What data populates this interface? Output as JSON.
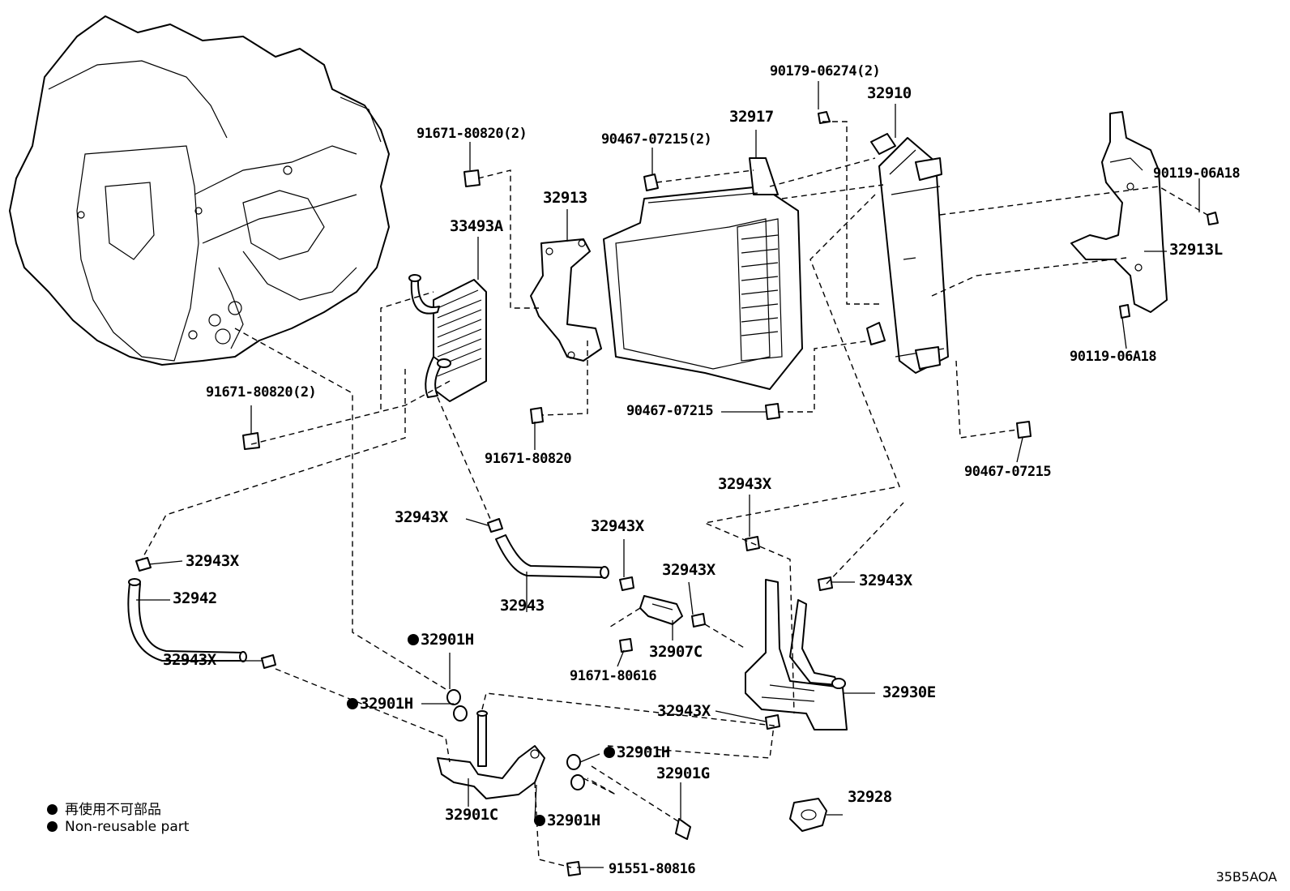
{
  "diagram_code": "35B5AOA",
  "legend": {
    "japanese": "再使用不可部品",
    "english": "Non-reusable part"
  },
  "parts": {
    "p_90179_06274": "90179-06274(2)",
    "p_32910": "32910",
    "p_32917": "32917",
    "p_90467_07215_2": "90467-07215(2)",
    "p_91671_80820_2_top": "91671-80820(2)",
    "p_32913": "32913",
    "p_33493a": "33493A",
    "p_90119_06a18_a": "90119-06A18",
    "p_32913l": "32913L",
    "p_90119_06a18_b": "90119-06A18",
    "p_91671_80820_2_left": "91671-80820(2)",
    "p_90467_07215_mid": "90467-07215",
    "p_91671_80820": "91671-80820",
    "p_90467_07215_right": "90467-07215",
    "p_32943x_upper_right": "32943X",
    "p_32943x_center": "32943X",
    "p_32943x_left_top": "32943X",
    "p_32943x_mid": "32943X",
    "p_32942": "32942",
    "p_32943": "32943",
    "p_32943x_valve": "32943X",
    "p_32943x_right": "32943X",
    "p_32943x_left_bottom": "32943X",
    "p_32901h_a": "32901H",
    "p_32907c": "32907C",
    "p_91671_80616": "91671-80616",
    "p_32930e": "32930E",
    "p_32901h_b": "32901H",
    "p_32943x_lower": "32943X",
    "p_32901h_c": "32901H",
    "p_32901g": "32901G",
    "p_32928": "32928",
    "p_32901c": "32901C",
    "p_32901h_d": "32901H",
    "p_91551_80816": "91551-80816"
  }
}
